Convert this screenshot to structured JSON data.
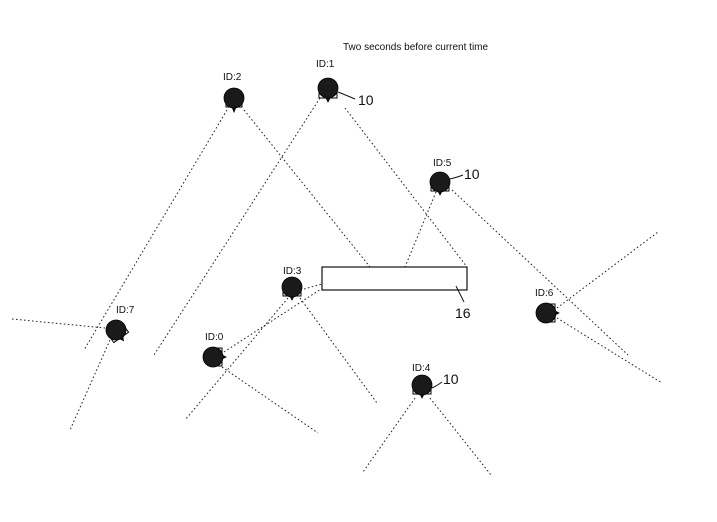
{
  "caption": "Two seconds before current time",
  "cameras": [
    {
      "id": "ID:2"
    },
    {
      "id": "ID:1",
      "ref": "10"
    },
    {
      "id": "ID:5",
      "ref": "10"
    },
    {
      "id": "ID:3"
    },
    {
      "id": "ID:7"
    },
    {
      "id": "ID:0"
    },
    {
      "id": "ID:6"
    },
    {
      "id": "ID:4",
      "ref": "10"
    }
  ],
  "object": {
    "ref": "16"
  }
}
